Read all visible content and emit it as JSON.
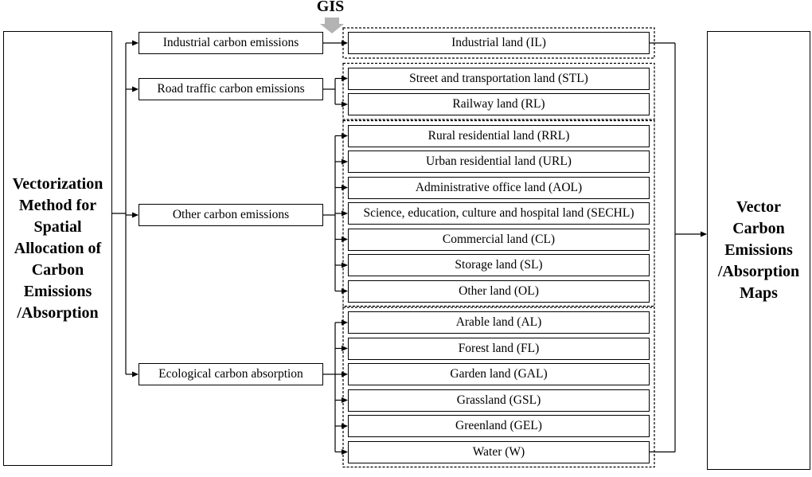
{
  "diagram": {
    "gis_label": "GIS",
    "left_box": "Vectorization Method for Spatial Allocation of Carbon Emissions /Absorption",
    "right_box": "Vector Carbon Emissions /Absorption Maps",
    "categories": [
      {
        "label": "Industrial carbon emissions",
        "lands": [
          "Industrial land (IL)"
        ]
      },
      {
        "label": "Road traffic carbon emissions",
        "lands": [
          "Street and transportation land (STL)",
          "Railway land (RL)"
        ]
      },
      {
        "label": "Other carbon emissions",
        "lands": [
          "Rural residential land (RRL)",
          "Urban residential land (URL)",
          "Administrative office land (AOL)",
          "Science, education, culture and hospital land (SECHL)",
          "Commercial land (CL)",
          "Storage land (SL)",
          "Other land (OL)"
        ]
      },
      {
        "label": "Ecological carbon absorption",
        "lands": [
          "Arable land (AL)",
          "Forest land (FL)",
          "Garden land (GAL)",
          "Grassland (GSL)",
          "Greenland (GEL)",
          "Water (W)"
        ]
      }
    ]
  }
}
